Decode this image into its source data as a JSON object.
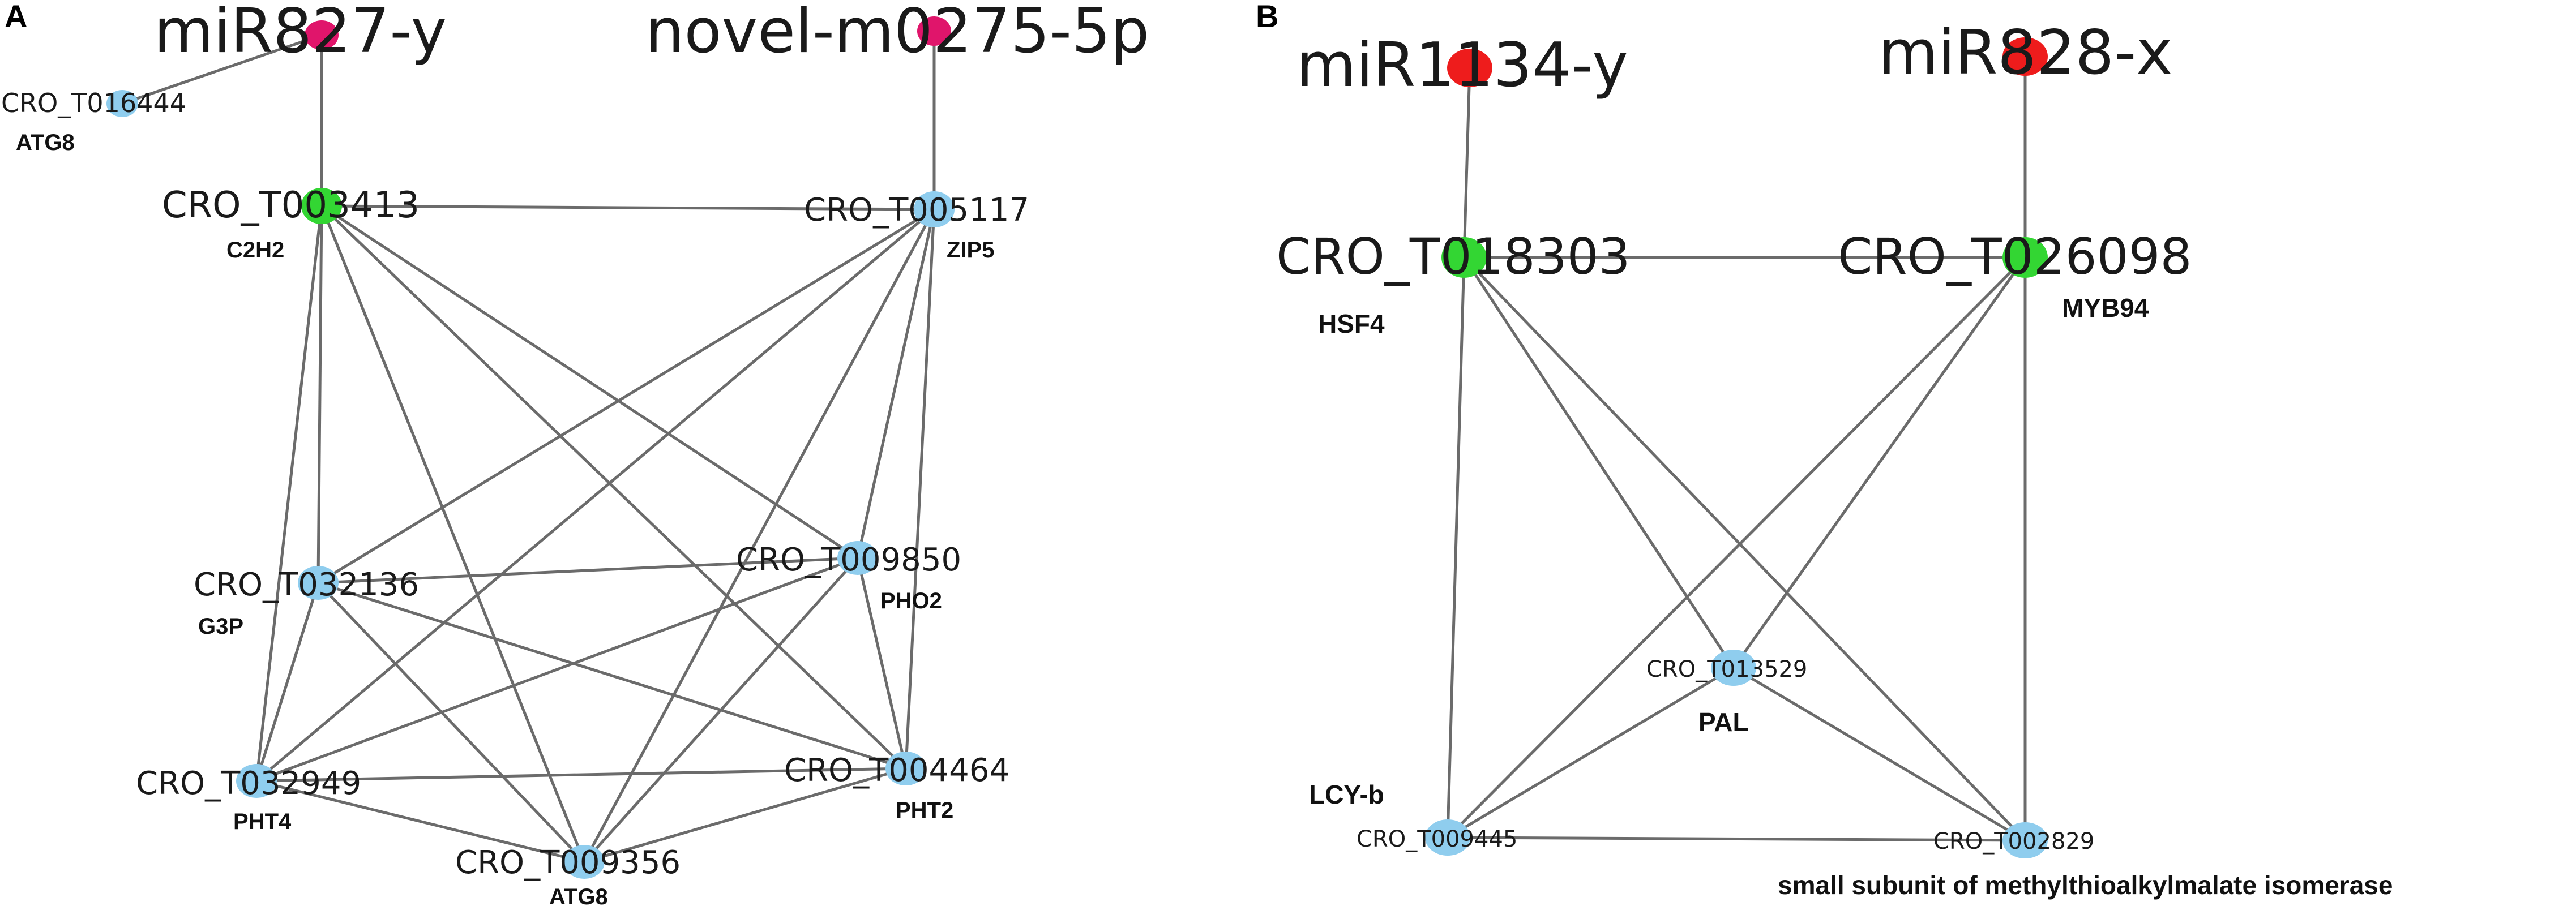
{
  "colors": {
    "mirna_a": "#e0156b",
    "mirna_b": "#ee1c1c",
    "hub_gene": "#33d633",
    "target_gene": "#8fcdee",
    "edge": "#6b6b6b",
    "text": "#1a1a1a"
  },
  "panels": [
    {
      "letter": "A",
      "nodes": [
        {
          "id": "miR827",
          "label": "miR827-y",
          "kind": "mirna_a"
        },
        {
          "id": "m0275",
          "label": "novel-m0275-5p",
          "kind": "mirna_a"
        },
        {
          "id": "T016444",
          "label": "CRO_T016444",
          "annotation": "ATG8",
          "kind": "target_gene"
        },
        {
          "id": "T003413",
          "label": "CRO_T003413",
          "annotation": "C2H2",
          "kind": "hub_gene"
        },
        {
          "id": "T005117",
          "label": "CRO_T005117",
          "annotation": "ZIP5",
          "kind": "target_gene"
        },
        {
          "id": "T032136",
          "label": "CRO_T032136",
          "annotation": "G3P",
          "kind": "target_gene"
        },
        {
          "id": "T009850",
          "label": "CRO_T009850",
          "annotation": "PHO2",
          "kind": "target_gene"
        },
        {
          "id": "T032949",
          "label": "CRO_T032949",
          "annotation": "PHT4",
          "kind": "target_gene"
        },
        {
          "id": "T004464",
          "label": "CRO_T004464",
          "annotation": "PHT2",
          "kind": "target_gene"
        },
        {
          "id": "T009356",
          "label": "CRO_T009356",
          "annotation": "ATG8",
          "kind": "target_gene"
        }
      ],
      "edges": [
        [
          "miR827",
          "T016444"
        ],
        [
          "miR827",
          "T003413"
        ],
        [
          "m0275",
          "T005117"
        ],
        [
          "T003413",
          "T005117"
        ],
        [
          "T003413",
          "T032136"
        ],
        [
          "T003413",
          "T032949"
        ],
        [
          "T003413",
          "T009356"
        ],
        [
          "T003413",
          "T009850"
        ],
        [
          "T003413",
          "T004464"
        ],
        [
          "T005117",
          "T032136"
        ],
        [
          "T005117",
          "T032949"
        ],
        [
          "T005117",
          "T009356"
        ],
        [
          "T005117",
          "T009850"
        ],
        [
          "T005117",
          "T004464"
        ],
        [
          "T032136",
          "T009850"
        ],
        [
          "T032136",
          "T032949"
        ],
        [
          "T032136",
          "T009356"
        ],
        [
          "T032136",
          "T004464"
        ],
        [
          "T009850",
          "T032949"
        ],
        [
          "T009850",
          "T009356"
        ],
        [
          "T009850",
          "T004464"
        ],
        [
          "T032949",
          "T009356"
        ],
        [
          "T032949",
          "T004464"
        ],
        [
          "T004464",
          "T009356"
        ]
      ]
    },
    {
      "letter": "B",
      "nodes": [
        {
          "id": "miR1134",
          "label": "miR1134-y",
          "kind": "mirna_b"
        },
        {
          "id": "miR828",
          "label": "miR828-x",
          "kind": "mirna_b"
        },
        {
          "id": "T018303",
          "label": "CRO_T018303",
          "annotation": "HSF4",
          "kind": "hub_gene"
        },
        {
          "id": "T026098",
          "label": "CRO_T026098",
          "annotation": "MYB94",
          "kind": "hub_gene"
        },
        {
          "id": "T013529",
          "label": "CRO_T013529",
          "annotation": "PAL",
          "kind": "target_gene"
        },
        {
          "id": "T009445",
          "label": "CRO_T009445",
          "annotation": "LCY-b",
          "kind": "target_gene"
        },
        {
          "id": "T002829",
          "label": "CRO_T002829",
          "annotation": "small subunit of methylthioalkylmalate isomerase",
          "kind": "target_gene"
        }
      ],
      "edges": [
        [
          "miR1134",
          "T018303"
        ],
        [
          "miR828",
          "T026098"
        ],
        [
          "T018303",
          "T026098"
        ],
        [
          "T018303",
          "T009445"
        ],
        [
          "T018303",
          "T013529"
        ],
        [
          "T018303",
          "T002829"
        ],
        [
          "T026098",
          "T009445"
        ],
        [
          "T026098",
          "T013529"
        ],
        [
          "T026098",
          "T002829"
        ],
        [
          "T013529",
          "T009445"
        ],
        [
          "T013529",
          "T002829"
        ],
        [
          "T009445",
          "T002829"
        ]
      ]
    }
  ]
}
